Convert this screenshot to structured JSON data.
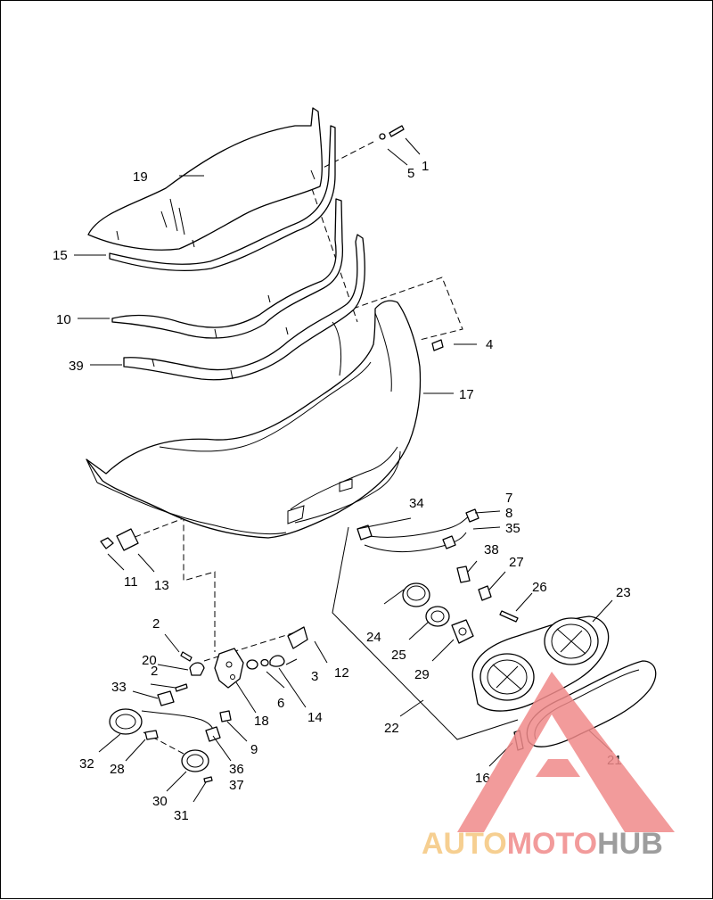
{
  "callouts": [
    {
      "id": "1",
      "label": "1"
    },
    {
      "id": "2a",
      "label": "2"
    },
    {
      "id": "2b",
      "label": "2"
    },
    {
      "id": "3",
      "label": "3"
    },
    {
      "id": "4",
      "label": "4"
    },
    {
      "id": "5",
      "label": "5"
    },
    {
      "id": "6",
      "label": "6"
    },
    {
      "id": "7",
      "label": "7"
    },
    {
      "id": "8",
      "label": "8"
    },
    {
      "id": "9",
      "label": "9"
    },
    {
      "id": "10",
      "label": "10"
    },
    {
      "id": "11",
      "label": "11"
    },
    {
      "id": "12",
      "label": "12"
    },
    {
      "id": "13",
      "label": "13"
    },
    {
      "id": "14",
      "label": "14"
    },
    {
      "id": "15",
      "label": "15"
    },
    {
      "id": "16",
      "label": "16"
    },
    {
      "id": "17",
      "label": "17"
    },
    {
      "id": "18",
      "label": "18"
    },
    {
      "id": "19",
      "label": "19"
    },
    {
      "id": "20",
      "label": "20"
    },
    {
      "id": "21",
      "label": "21"
    },
    {
      "id": "22",
      "label": "22"
    },
    {
      "id": "23",
      "label": "23"
    },
    {
      "id": "24",
      "label": "24"
    },
    {
      "id": "25",
      "label": "25"
    },
    {
      "id": "26",
      "label": "26"
    },
    {
      "id": "27",
      "label": "27"
    },
    {
      "id": "28",
      "label": "28"
    },
    {
      "id": "29",
      "label": "29"
    },
    {
      "id": "30",
      "label": "30"
    },
    {
      "id": "31",
      "label": "31"
    },
    {
      "id": "32",
      "label": "32"
    },
    {
      "id": "33",
      "label": "33"
    },
    {
      "id": "34",
      "label": "34"
    },
    {
      "id": "35",
      "label": "35"
    },
    {
      "id": "36",
      "label": "36"
    },
    {
      "id": "37",
      "label": "37"
    },
    {
      "id": "38",
      "label": "38"
    },
    {
      "id": "39",
      "label": "39"
    }
  ],
  "watermark": {
    "word_part_1": "AUTO",
    "word_part_2": "MOTO",
    "word_part_3": "HUB",
    "color_1": "#f5c77e",
    "color_2": "#f08a8a",
    "color_3": "#8c8c8c",
    "triangle_color": "#f08a8a"
  },
  "colors": {
    "line": "#000000",
    "background": "#ffffff"
  }
}
